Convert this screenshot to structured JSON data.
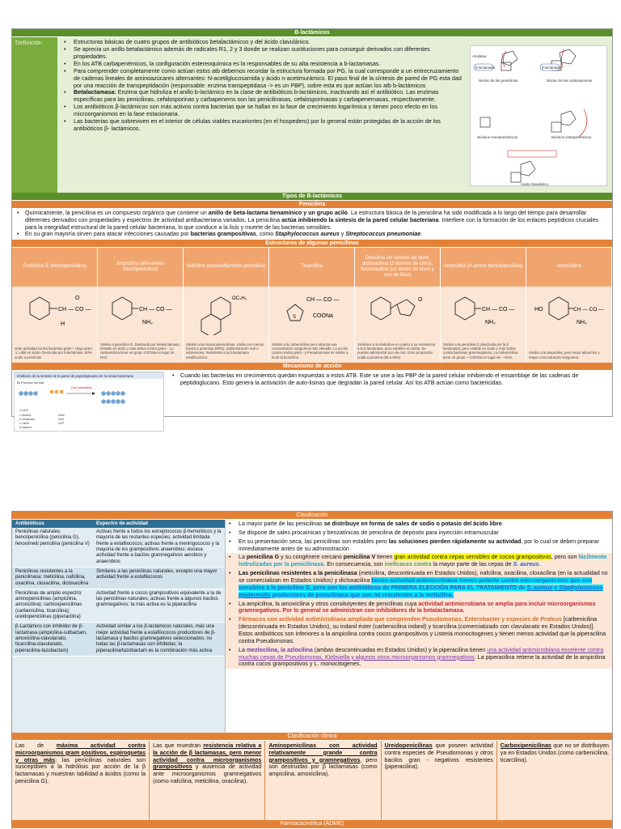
{
  "title": "B-lactámicos",
  "definicion": {
    "label": "Definición",
    "items": [
      "Estructuras básicas de cuatro grupos de antibióticos betalactámicos y del ácido clavulánico.",
      "Se aprecia un anillo betalactámico además de radicales R1, 2 y 3 donde se realizan sustituciones para conseguir derivados con diferentes propiedades.",
      "En los ATB carbapenémicos, la configuración estereoquímica es la responsables de su alta resistencia a b-lactamasas.",
      "Para comprender completamente como actúan estos atb debemos recordar la estructura formada por PG, la cual corresponde a un entrecruzamiento de cadenas lineales de aminoazúcares alternantes: N-acetilglucosamida y ácido n-acetimurámico. El paso final de la síntesis de pared de PG esta dad por una reacción de transpeptidación (responsable: enzima transpeptidasa -> es un PBP), sobre esta es que actúan los atb b-lactámicos",
      "Enzima que hidroliza el anillo b-lactámico en la clase de antibióticos b-lactámicos, inactivando así el antibiótico. Las enzimas específicas para las penicilinas, cefalosporinas y carbapenems son las penicilinasas, cefalosporinasas y carbapenemasas, respectivamente.",
      "Los antibióticos β-lactámicos son más activos contra bacterias que se hallan en la fase de crecimiento logarítmica y tienen poco efecto en los microorganismos en la fase estacionaria.",
      "Las bacterias que sobreviven en el interior de células viables eucariontes (en el hospedero) por lo general están protegidas de la acción de los antibióticos β- lactámicos."
    ],
    "betalactamasa_label": "Betalactamasa:",
    "figure": {
      "labels": [
        "Amidasa",
        "β-lactamasa",
        "β-lactamasa",
        "Núcleo de las penicilinas",
        "Núcleo de las cefalosporinas",
        "Núcleos monobactámicos",
        "Núcleos carbapenémicos",
        "Ácido clavulánico"
      ]
    }
  },
  "tipos_header": "Tipos de B-lactámicos",
  "penicilina": {
    "header": "Penicilina",
    "p1_a": "Químicamente, la penicilina es un compuesto orgánico que contiene un ",
    "p1_b": "anillo de beta-lactama tienamínico y un grupo acilo",
    "p1_c": ". La estructura básica de la penicilina ha sido modificada a lo largo del tiempo para desarrollar diferentes derivados con propiedades y espectros de actividad antibacteriana variados. La penicilina ",
    "p1_d": "actúa inhibiendo la síntesis de la pared celular bacteriana",
    "p1_e": ". Interfiere con la formación de los enlaces peptídicos cruciales para la integridad estructural de la pared celular bacteriana, lo que conduce a la lisis y muerte de las bacterias sensibles.",
    "p2_a": "En su gran mayoría sirven para atacar infecciones causadas por ",
    "p2_b": "bacterias grampositivas",
    "p2_c": ", como ",
    "p2_d": "Staphylococcus aureus",
    "p2_e": " y ",
    "p2_f": "Streptococcus pneumoniae",
    "p2_g": "."
  },
  "estructuras": {
    "header": "Estructuras de algunas penicilinas",
    "columns": [
      "Penicilina G (bencilpenicilina)",
      "Ampicilina (alfa-amino benzilpenicilina)",
      "Nafcilina (etoxinaftamindo penicilina)",
      "Ticarcilina",
      "Oxacilina sin átomos de cloro, dicloxacilina (2 átomos de cloro), flucloxacilina (un átomo de cloro y uno de flúor)",
      "Ampicilina (A-amino bencilpenicilina)",
      "Amoxicilina"
    ],
    "notes": [
      "Gran actividad contra bacterias gram + (bajo gram -). Lábil en ácido. Destruida por b-lactamasa. 60% unido a proteínas",
      "Similar a penicilina G. Destruida por betalactamasa. Estable en ácido y más activa contra gram -. Lo carbenicilina tiene un grupo COONa en lugar de NH2",
      "Similar a los isoxazolpenicilinas. Unida con menos fuerza a proteínas (90%). Administración oral o intravenosa. Resistente a la β-lactamasa estafilocócica.",
      "Similar a la carbenicilina pero alcanza una concentración sanguínea más elevada. La acción contra cerdos gram - y Pseudomonas es similar a la de la ticarcilina",
      "Similares a la meticilina en cuanto a su resistencia a la b-lactamasa, pero estables en ácido. Se pueden administrar por vía oral. Gran proporción unida a proteína (95 a 98%)",
      "Similar a la penicilina G (destruida por la β lactamasa), pero estable en ácido y más activa contra bacterias gramnegativas. La carbenicilina tiene un grupo —COONa en lugar de —NH2.",
      "Similar a la ampicilina, pero mejor absorción y mayor concentración sanguínea."
    ],
    "formulas": {
      "ch_co": "CH — CO —",
      "nh2": "NH₂",
      "coona": "COONa",
      "oc2h5": "OC₂H₅",
      "o": "O",
      "h": "H",
      "ho": "HO"
    }
  },
  "mecanismo": {
    "header": "Mecanismo de acción",
    "text": "Cuando las bacterias en crecimientos quedan expuestas a estos ATB. Este se une a las PBP de la pared celular inhibiendo el ensamblaje de las cadenas de peptidoglucano. Esto genera la activación de auto-lisinas que degradan la pared celular. Así los ATB actúan como bactericidas.",
    "figure_title": "Inhibición de la síntesis de la pared de peptidoglucano de la célula bacteriana",
    "figure_labels": [
      "B) Proceso normal",
      "Con penicilina"
    ]
  },
  "clasificacion": {
    "header": "Clasificación",
    "table_headers": [
      "Antibióticos",
      "Espectro de actividad"
    ],
    "rows": [
      [
        "Penicilinas naturales: bencilpenicilina (penicilina G), fenoximetil penicilina (penicilina V)",
        "Activas frente a todos los estreptococos β-hemolíticos y la mayoría de las restantes especies; actividad limitada frente a estafilococos; activas frente a meningococos y la mayoría de los grampositivos anaerobios; escasa actividad frente a bacilos gramnegativos aerobios y anaerobios"
      ],
      [
        "Penicilinas resistentes a la penicilinasa: meticilina, nafcilina, oxacilina, cloxacilina, dicloxacilina",
        "Similares a las penicilinas naturales, excepto una mayor actividad frente a estafilococos"
      ],
      [
        "Penicilinas de amplio espectro: aminopenicilinas (ampicilina, amoxicilina); carboxipenicilinas (carbenicilina, ticarcilina); ureidopenicilinas (piperacilina)",
        "Actividad frente a cocos grampositivos equivalente a la de las penicilinas naturales; activas frente a algunos bacilos gramnegativos: la más activa es la piperacilina"
      ],
      [
        "β-Lactámico con inhibidor de β-lactamasa (ampicilina-sulbactam, amoxicilina-clavulanato, ticarcilina-clavulanato, piperacilina-tazobactam)",
        "Actividad similar a los β-lactámicos naturales, más una mejor actividad frente a estafilococos productores de β-lactamasa y bacilos gramnegativos seleccionados; no todas las β-lactamasas son inhibidas; la piperacilina/tazobactam es la combinación más activa"
      ]
    ],
    "n1_a": "La mayor parte de las penicilinas ",
    "n1_b": "se distribuye en forma de sales de sodio o potasio del ácido libre",
    "n1_c": ".",
    "n2": "Se dispone de sales procaínicas y benzatínicas de penicilina de depósito para inyección intramuscular",
    "n3_a": "En su presentación seca, las penicilinas son estables pero ",
    "n3_b": "las soluciones pierden rápidamente su actividad",
    "n3_c": ", por lo cual se deben preparar inmediatamente antes de su administración",
    "n4_a": "La ",
    "n4_b": "penicilina G",
    "n4_c": " y su congénere cercano ",
    "n4_d": "penicilina V",
    "n4_e": " tienen ",
    "n4_f": "gran actividad contra cepas sensibles de cocos grampositivos",
    "n4_g": ", pero son ",
    "n4_h": "fácilmente hidrolizadas por la penicilinasa",
    "n4_i": ". En consecuencia, son ",
    "n4_j": "ineficaces contra",
    "n4_k": " la mayor parte de las cepas de ",
    "n4_l": "S. aureus",
    "n4_m": ".",
    "n5_a": "Las penicilinas resistentes a la penicilinasa",
    "n5_b": " (meticilina, descontinuada en Estados Unidos), nafcilina, oxacilina, cloxacilina (en la actualidad no se comercializan en Estados Unidos) y dicloxacilina ",
    "n5_c": "tienen actividad antimicrobiana menos potente contra microorganismos que son sensibles a la penicilina G, pero son los antibióticos de PRIMERA ELECCIÓN PARA EL TRATAMIENTO de ",
    "n5_d": "S. aureus y Staphylococcus epidermidis",
    "n5_e": " productores de penicilinasa que son no resistentes a la meticilina.",
    "n6_a": "La ampicilina, la amoxicilina y otros consitutyentes de penicilinas cuya ",
    "n6_b": "actividad antimicrobiana se amplia para incluir microorganismos gramnegativos. Por lo general se administran con inhibidores de la betalactamasa.",
    "n7_a": "Fármacos con actividad antimicrobiana ampliada que comprenden Pseudomonas, Enterobacter y especies de Proteus",
    "n7_b": " [carbenicilina (descontinuada en Estados Unidos), su indanil éster (carbenicilina indanil) y ticarcilina (comercializado con clavulanato en Estados Unidos)]. Estos antibióticos son inferiores a la ampicilina contra cocos grampositivos y Listeria monocitogenes y tienen menos actividad que la piperacilina contra Pseudomonas.",
    "n8_a": "La ",
    "n8_b": "mezlocilina, la azlocilina",
    "n8_c": " (ambas descontinuadas en Estados Unidos) y la piperacilina tienen ",
    "n8_d": "una actividad antimicrobiana excelente contra muchas cepas de Pseudomonas, Klebsiella y algunos otros microorganismos gramnegativos",
    "n8_e": ". La piperacilina retiene la actividad de la ampicilina contra cocos grampositivos y L. monocitogenes."
  },
  "clinica": {
    "header": "Clasificación clínica",
    "c1_a": "Las de ",
    "c1_b": "máxima actividad contra microorganismos gram positivos, espiroquetas y otras más",
    "c1_c": "; las penicilinas naturales son susceptibles a la hidrólisis por acción de la β lactamasas y muestran labilidad a ácidos (como la penicilina G).",
    "c2_a": "Las que muestran ",
    "c2_b": "resistencia relativa a la acción de β lactamasas, pero menor actividad contra microorganismos grampositivos",
    "c2_c": " y ausencia de actividad ante microorganismos gramnegativos (como nafcilina, meticilina, oxacilina).",
    "c3_a": "Aminopenicilinas con actividad relativamente grande contra grampositivos y gramnegativos",
    "c3_b": ", pero son destruidas por β lactamasas (como ampicilina, amoxicilina).",
    "c4_a": "Ureidopenicilinas",
    "c4_b": " que poseen actividad contra especies de Pseudomonas y otros bacilos gran - negativos resistentes (piperacilina).",
    "c5_a": "Carboxipenicilinas",
    "c5_b": " que no se distribuyen ya en Estados Unidos (como carbenicilina, ticarcilina)."
  },
  "farmaco_header": "Farmacocinética (ADME)"
}
